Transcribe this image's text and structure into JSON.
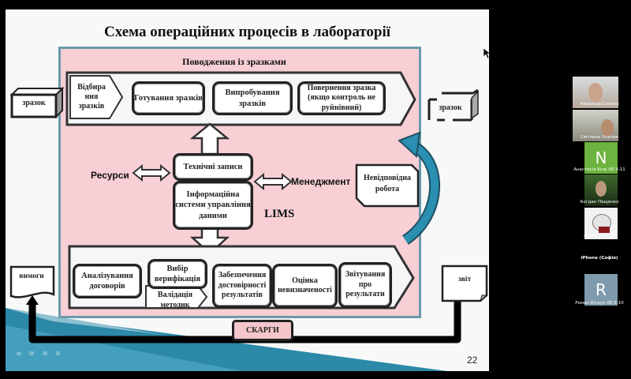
{
  "slide": {
    "title": "Схема операційних процесів в лабораторії",
    "section_title": "Поводження із зразками",
    "sample_in": "зразок",
    "sample_out": "зразок",
    "top_flow": [
      "Відбира ння зразків",
      "Готування зразків",
      "Випробування зразків",
      "Повернення зразка (якщо контроль не руйнівний)"
    ],
    "center": {
      "technical_records": "Технічні записи",
      "info_system": "Інформаційна системи управління даними",
      "lims": "LIMS",
      "resources": "Ресурси",
      "management": "Менеджмент",
      "nonconforming": "Невідповідна робота"
    },
    "bottom_flow": [
      "Аналізування договорів",
      "Вибір верифікація",
      "Валідація методик",
      "Забезпечення достовірності результатів",
      "Оцінка невизначеності",
      "Звітування про результати"
    ],
    "requirements": "вимоги",
    "report": "звіт",
    "complaints": "СКАРГИ",
    "page_number": "22"
  },
  "participants": [
    {
      "name": "Надежда Сонько",
      "type": "video"
    },
    {
      "name": "Світлана Усатюк",
      "type": "video"
    },
    {
      "name": "Анастасія Біла ХЕ-3-11",
      "type": "avatar",
      "initial": "N",
      "color": "#6db33f"
    },
    {
      "name": "Богдан Пащенко",
      "type": "video"
    },
    {
      "name": "Денис Вовчук",
      "type": "video"
    },
    {
      "name": "iPhone (Софія)",
      "type": "none"
    },
    {
      "name": "Роман Вітрук ХЕ-3-10",
      "type": "avatar",
      "initial": "R",
      "color": "#7e9aac"
    }
  ]
}
